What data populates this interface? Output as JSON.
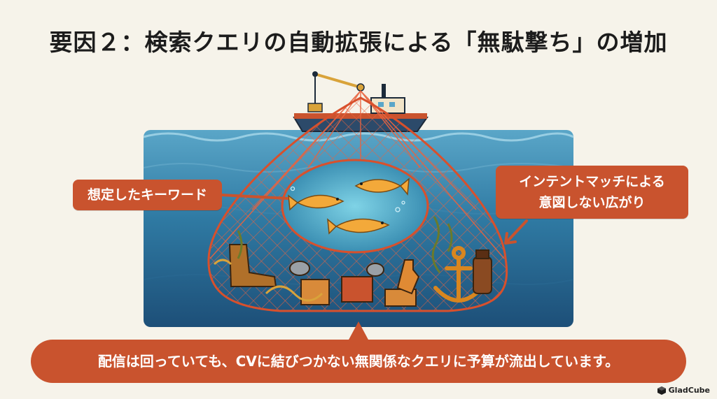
{
  "title": "要因２：検索クエリの自動拡張による「無駄撃ち」の増加",
  "callouts": {
    "left": "想定したキーワード",
    "right_line1": "インテントマッチによる",
    "right_line2": "意図しない広がり"
  },
  "bottom_message": "配信は回っていても、CVに結びつかない無関係なクエリに予算が流出しています。",
  "brand": "GladCube",
  "colors": {
    "accent": "#c9532e",
    "water": "#2f7aa3",
    "background": "#f6f3ea"
  }
}
